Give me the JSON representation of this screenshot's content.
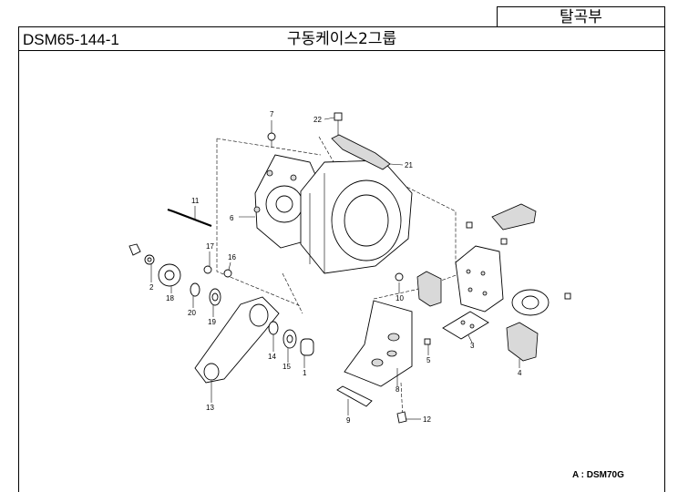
{
  "header": {
    "section": "탈곡부",
    "code": "DSM65-144-1",
    "title": "구동케이스2그룹"
  },
  "parts": [
    "1",
    "2",
    "3",
    "4",
    "5",
    "6",
    "7",
    "8",
    "9",
    "10",
    "11",
    "12",
    "13",
    "14",
    "15",
    "16",
    "17",
    "18",
    "19",
    "20",
    "21",
    "22"
  ],
  "note": "A : DSM70G"
}
